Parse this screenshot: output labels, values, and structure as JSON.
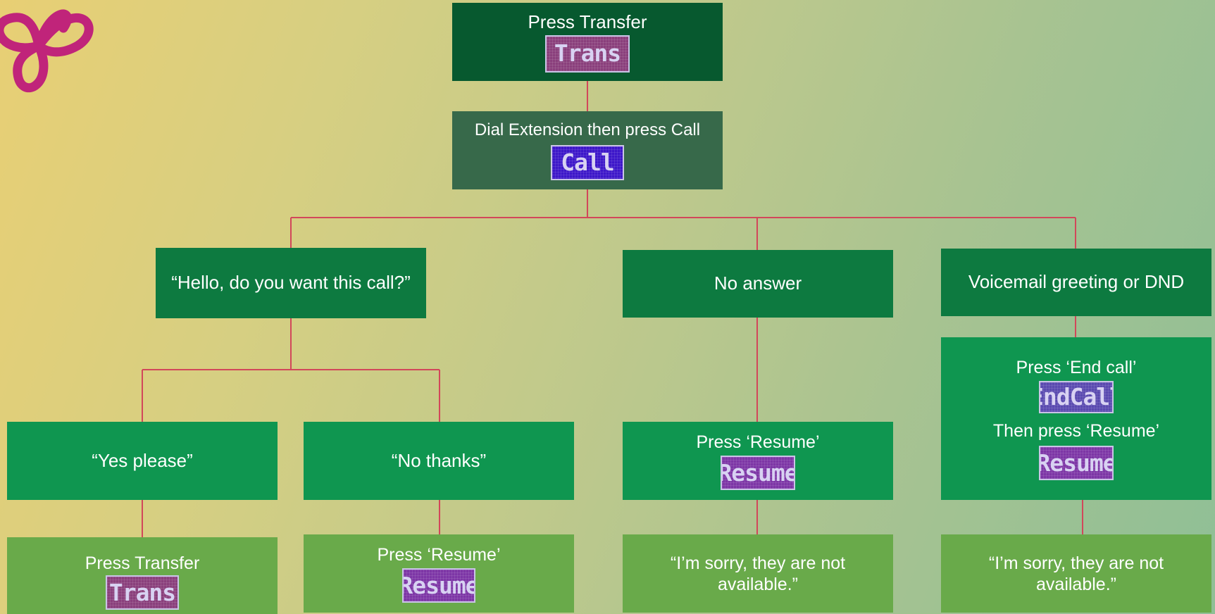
{
  "nodes": {
    "root": {
      "label": "Press Transfer",
      "key": "Trans"
    },
    "dial": {
      "label": "Dial Extension then press Call",
      "key": "Call"
    },
    "hello": {
      "label": "“Hello, do you want this call?”"
    },
    "no_answer": {
      "label": "No answer"
    },
    "voicemail": {
      "label": "Voicemail greeting or DND"
    },
    "yes": {
      "label": "“Yes please”"
    },
    "no_thanks": {
      "label": "“No thanks”"
    },
    "resume_mid": {
      "label": "Press ‘Resume’",
      "key": "Resume"
    },
    "end_call": {
      "label1": "Press ‘End call’",
      "key1": "EndCall",
      "label2": "Then press ‘Resume’",
      "key2": "Resume"
    },
    "leaf_transfer": {
      "label": "Press Transfer",
      "key": "Trans"
    },
    "leaf_resume": {
      "label": "Press ‘Resume’",
      "key": "Resume"
    },
    "leaf_sorry_1": {
      "label": "“I’m sorry, they are not available.”"
    },
    "leaf_sorry_2": {
      "label": "“I’m sorry, they are not available.”"
    }
  },
  "colors": {
    "connector": "#d2475a",
    "logo": "#c0247a",
    "node_dark": "#07592f",
    "node_slate": "#37694a",
    "node_mid": "#0d7a40",
    "node_bright": "#0f9650",
    "node_leaf": "#69aa4a"
  },
  "decoration": {
    "logo_icon": "flower-knot-icon"
  }
}
